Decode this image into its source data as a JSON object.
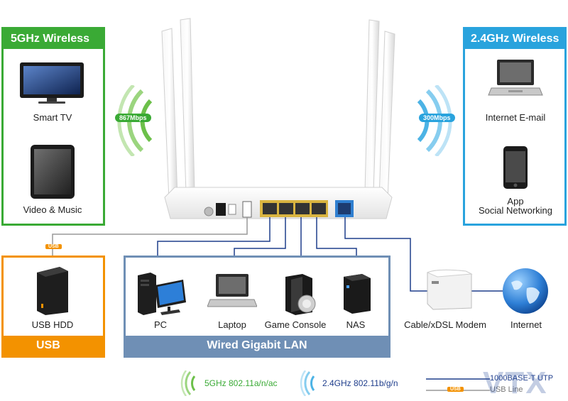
{
  "panels": {
    "five_ghz": {
      "title": "5GHz Wireless",
      "color": "#3aaa35"
    },
    "two_ghz": {
      "title": "2.4GHz Wireless",
      "color": "#29a3dd"
    },
    "usb": {
      "title": "USB",
      "color": "#f39200"
    },
    "lan": {
      "title": "Wired Gigabit LAN",
      "color": "#6f8fb5"
    }
  },
  "devices": {
    "smart_tv": "Smart TV",
    "video_music": "Video & Music",
    "internet_email": "Internet E-mail",
    "app_social_1": "App",
    "app_social_2": "Social Networking",
    "usb_hdd": "USB HDD",
    "pc": "PC",
    "laptop": "Laptop",
    "game_console": "Game Console",
    "nas": "NAS",
    "modem": "Cable/xDSL Modem",
    "internet": "Internet"
  },
  "badges": {
    "speed_5g": "867Mbps",
    "speed_24g": "300Mbps",
    "usb_tag": "USB",
    "usb_tag_legend": "USB"
  },
  "legend": {
    "wifi_5g": "5GHz 802.11a/n/ac",
    "wifi_24g": "2.4GHz 802.11b/g/n",
    "wired": "1000BASE-T UTP",
    "usb_line": "USB Line"
  },
  "watermark": "VTX",
  "colors": {
    "cable": "#1f3e8c",
    "port_yellow": "#e8c23a",
    "port_blue": "#2f7fd0",
    "usb_line": "#999999"
  }
}
